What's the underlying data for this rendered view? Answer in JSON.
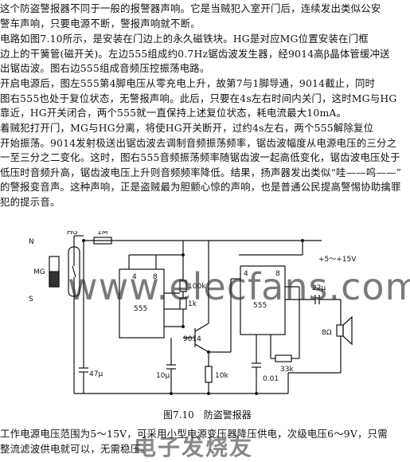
{
  "paragraphs": {
    "intro": [
      "这个防盗警报器不同于一般的报警器声响。它是当贼犯入室开门后，连续发出类似公安",
      "警车声响，只要电源不断，警报声响就不断。"
    ],
    "circuit": [
      "电路如图7.10所示，是安装在门边上的永久磁铁块。HG是对应MG位置安装在门框",
      "边上的干簧管(磁开关)。左边555组成约0.7Hz锯齿波发生器，经9014高β晶体管缓冲送",
      "出锯齿波。图右边555组成音频压控振荡电路。"
    ],
    "power_on": [
      "开启电源后，图左555第4脚电压从零充电上升，故第7与1脚导通，9014截止，同时",
      "图右555也处于复位状态，无警报声响。此后，只要在4s左右时间内关门，这时MG与HG",
      "靠近，HG开关闭合，两个555就一直保持上述复位状态，耗电流最大10mA。"
    ],
    "alarm": [
      "着贼犯打开门，MG与HG分离，将使HG开关断开，过约4s左右，两个555解除复位",
      "开始振荡。9014发射极送出锯齿波去调制音频振荡频率，锯齿波幅度从电源电压的三分之",
      "一至三分之二变化。这时，图右555音频振荡频率随锯齿波一起高低变化，锯齿波电压处于",
      "低压时音频升高，锯齿波电压上升则音频频率降低。结果，扬声器发出类似“哇——呜——”",
      "的警报变音声。这种声响，正是盗贼最为胆颤心惊的声响，也是普通公民提高警惕协助擒罪",
      "犯的提示音。"
    ],
    "supply": [
      "工作电源电压范围为5～15V，可采用小型电源变压器降压供电，次级电压6～9V，只需",
      "整流滤波供电就可以，无需稳压。"
    ]
  },
  "figure": {
    "caption": "图7.10　防盗警报器",
    "labels": {
      "n": "N",
      "s": "S",
      "mg": "MG",
      "hg": "HG",
      "r1": "1M",
      "supply": "+5～+15V",
      "ic_left": "555",
      "ic_right": "555",
      "pin4": "4",
      "pin8": "8",
      "r100k": "100k",
      "r1k": "1k",
      "transistor": "9014",
      "c47": "47μ",
      "c10": "10μ",
      "r10k": "10k",
      "c001": "0.01",
      "r33k": "33k",
      "c22": "22μ",
      "speaker": "8Ω"
    }
  },
  "watermarks": {
    "url": "www.elecfans.com",
    "brand": "电子发烧友"
  }
}
